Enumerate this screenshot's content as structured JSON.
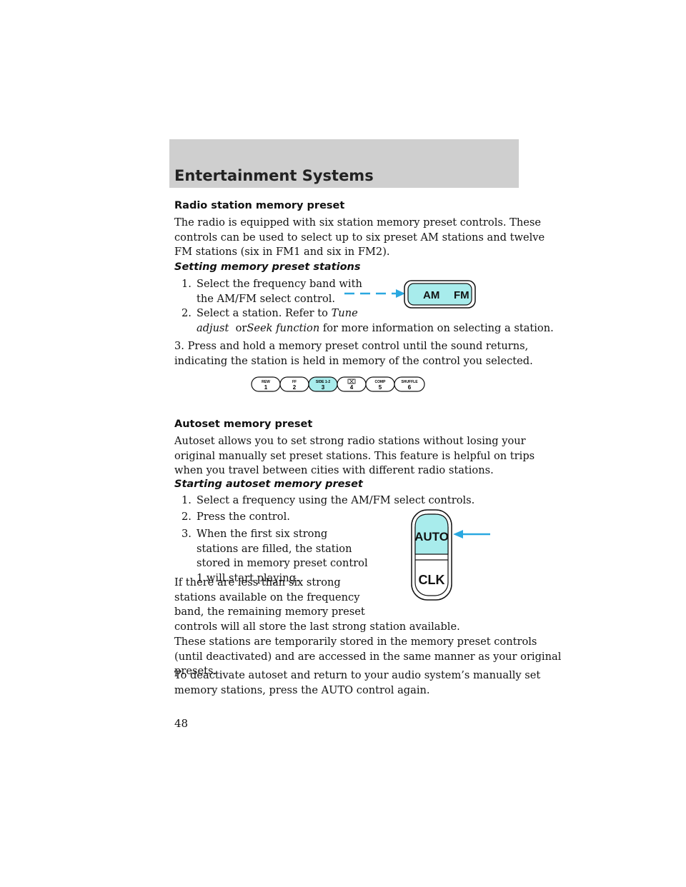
{
  "header": {
    "title": "Entertainment Systems"
  },
  "section1": {
    "heading": "Radio station memory preset",
    "lines": [
      "The radio is equipped with six station memory preset controls. These",
      "controls can be used to select up to six preset AM stations and twelve",
      "FM stations (six in FM1 and six in FM2)."
    ]
  },
  "setting": {
    "heading": "Setting memory preset stations",
    "step1": {
      "num": "1.",
      "line1": "Select the frequency band with",
      "line2": "the AM/FM select control."
    },
    "step2": {
      "num": "2.",
      "line1": "Select a station. Refer to",
      "tune": "Tune",
      "adjust": "adjust",
      "or": "or",
      "seek": "Seek function",
      "tail": "for more information on selecting a station."
    },
    "step3_lines": [
      "3. Press and hold a memory preset control until the sound returns,",
      "indicating the station is held in memory of the control you selected."
    ]
  },
  "amfm_button": {
    "am": "AM",
    "fm": "FM"
  },
  "preset_buttons": [
    {
      "top": "REW",
      "num": "1"
    },
    {
      "top": "FF",
      "num": "2"
    },
    {
      "top": "SIDE 1-2",
      "num": "3"
    },
    {
      "top": "",
      "num": "4"
    },
    {
      "top": "COMP",
      "num": "5"
    },
    {
      "top": "SHUFFLE",
      "num": "6"
    }
  ],
  "autoset": {
    "heading": "Autoset memory preset",
    "lines": [
      "Autoset allows you to set strong radio stations without losing your",
      "original manually set preset stations. This feature is helpful on trips",
      "when you travel between cities with different radio stations."
    ]
  },
  "starting": {
    "heading": "Starting autoset memory preset",
    "step1": {
      "num": "1.",
      "text": "Select a frequency using the AM/FM select controls."
    },
    "step2": {
      "num": "2.",
      "text": "Press the control."
    },
    "step3": {
      "num": "3.",
      "lines": [
        "When the first six strong",
        "stations are filled, the station",
        "stored in memory preset control",
        "1 will start playing."
      ]
    },
    "fewer_lines": [
      "If there are less than six strong",
      "stations available on the frequency",
      "band, the remaining memory preset",
      "controls will all store the last strong station available."
    ],
    "temp_lines": [
      "These stations are temporarily stored in the memory preset controls",
      "(until deactivated) and are accessed in the same manner as your original",
      "presets."
    ],
    "deactivate_lines": [
      "To deactivate autoset and return to your audio system’s manually set",
      "memory stations, press the AUTO control again."
    ]
  },
  "auto_button": {
    "auto": "AUTO",
    "clk": "CLK"
  },
  "colors": {
    "accent": "#2aa8e0",
    "button_fill": "#a8ecec",
    "header_band": "#cfcfcf"
  },
  "page_number": "48"
}
